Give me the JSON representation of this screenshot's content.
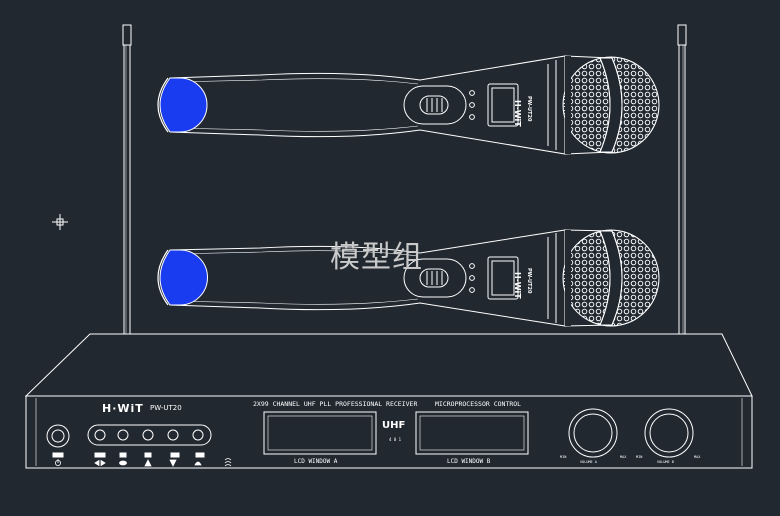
{
  "watermark": "模型组",
  "receiver": {
    "brand": "H·WiT",
    "model": "PW-UT20",
    "title_left": "2X99 CHANNEL UHF PLL PROFESSIONAL RECEIVER",
    "title_right": "MICROPROCESSOR CONTROL",
    "uhf_label": "UHF",
    "uhf_sub": "4 0 1",
    "lcd_a_label": "LCD WINDOW A",
    "lcd_b_label": "LCD WINDOW B",
    "volume_a_label": "VOLUME A",
    "volume_b_label": "VOLUME B",
    "knob_a_min": "MIN",
    "knob_a_max": "MAX",
    "knob_b_min": "MIN",
    "knob_b_max": "MAX"
  },
  "microphones": [
    {
      "brand": "H·WiT",
      "model": "PW-UT20"
    },
    {
      "brand": "H·WiT",
      "model": "PW-UT20"
    }
  ],
  "colors": {
    "background": "#212830",
    "line": "#ffffff",
    "cap_blue": "#1a3cf0"
  }
}
